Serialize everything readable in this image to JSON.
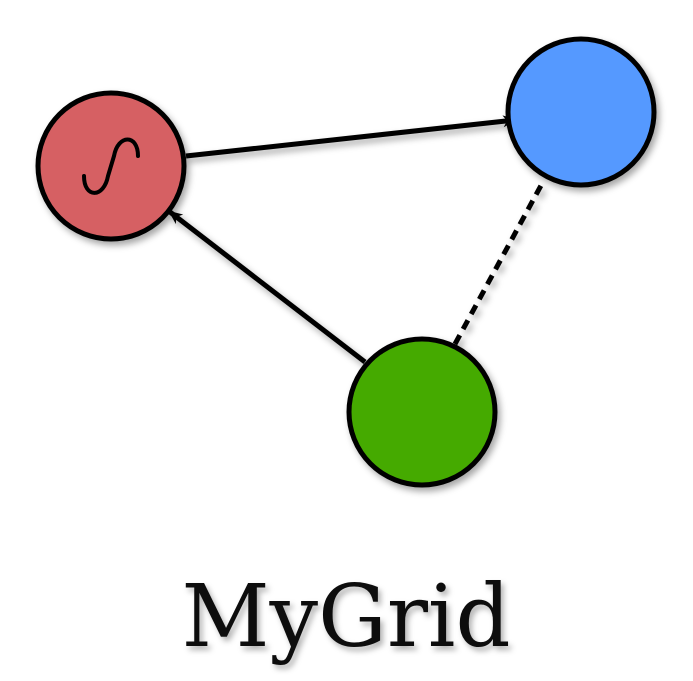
{
  "diagram": {
    "title": "MyGrid",
    "nodes": [
      {
        "id": "red",
        "color": "#D66063",
        "symbol": "wave-s-icon"
      },
      {
        "id": "blue",
        "color": "#5599FF",
        "symbol": ""
      },
      {
        "id": "green",
        "color": "#44AA00",
        "symbol": ""
      }
    ],
    "edges": [
      {
        "from": "red",
        "to": "blue",
        "style": "solid",
        "directed": true
      },
      {
        "from": "green",
        "to": "red",
        "style": "solid",
        "directed": true
      },
      {
        "from": "green",
        "to": "blue",
        "style": "dashed",
        "directed": false
      }
    ]
  }
}
